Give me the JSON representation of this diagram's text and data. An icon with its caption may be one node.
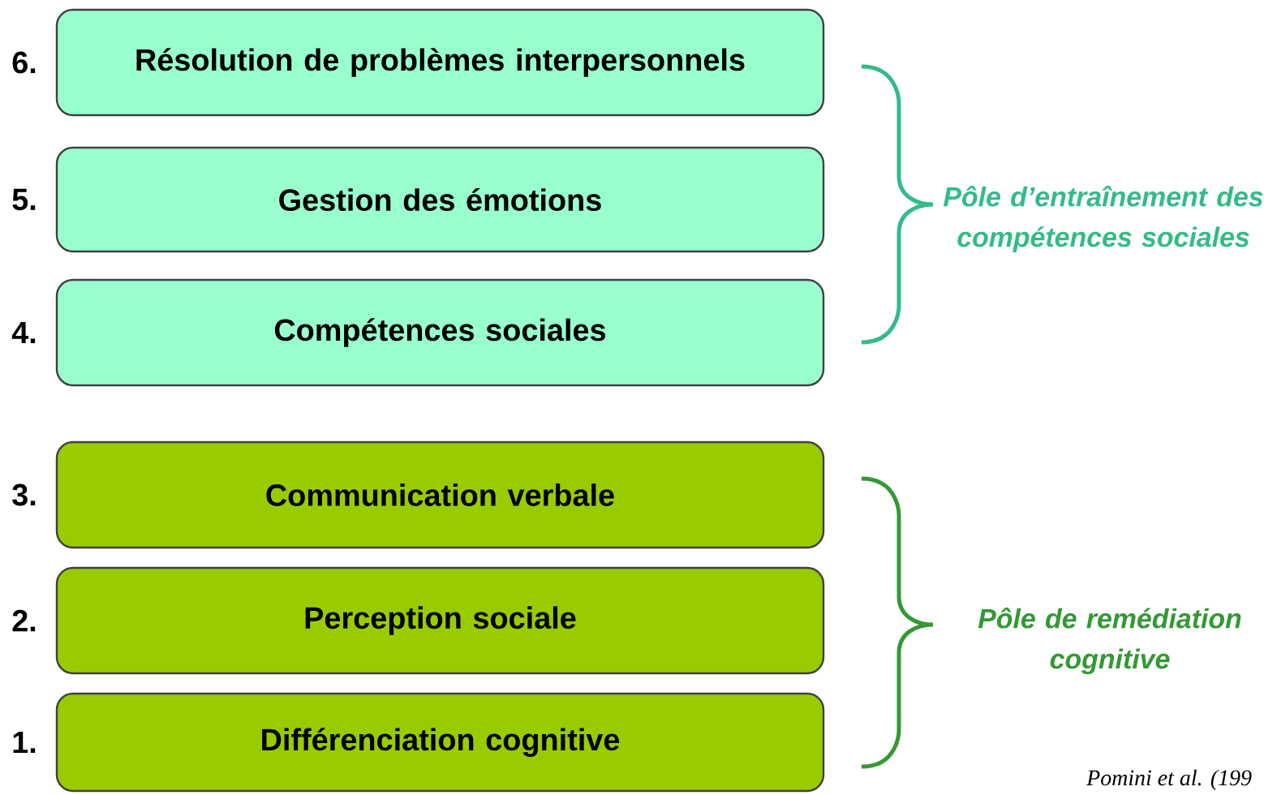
{
  "diagram": {
    "nodes": [
      {
        "text": [
          "Résolution de problèmes interpersonnels"
        ],
        "beside": [
          "6."
        ]
      },
      {
        "text": [
          "Gestion des émotions"
        ],
        "beside": [
          "5."
        ]
      },
      {
        "text": [
          "Compétences sociales"
        ],
        "beside": [
          "4."
        ]
      },
      {
        "text": [
          "Communication verbale"
        ],
        "beside": [
          "3."
        ]
      },
      {
        "text": [
          "Perception sociale"
        ],
        "beside": [
          "2."
        ]
      },
      {
        "text": [
          "Différenciation cognitive"
        ],
        "beside": [
          "1."
        ]
      }
    ],
    "labels": [
      "Pôle d’entraînement des compétences sociales",
      "Pôle de remédiation cognitive",
      "Pomini et al. (199"
    ]
  }
}
